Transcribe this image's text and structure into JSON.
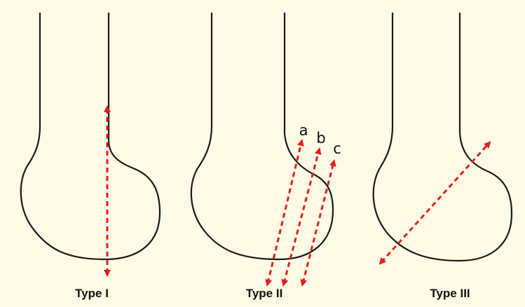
{
  "panels": [
    {
      "label": "Type I"
    },
    {
      "label": "Type II"
    },
    {
      "label": "Type III"
    }
  ],
  "line_letters": [
    "a",
    "b",
    "c"
  ],
  "colors": {
    "background": "#fdfbe6",
    "outline": "#1a1a1a",
    "arrow": "#e0201c"
  }
}
